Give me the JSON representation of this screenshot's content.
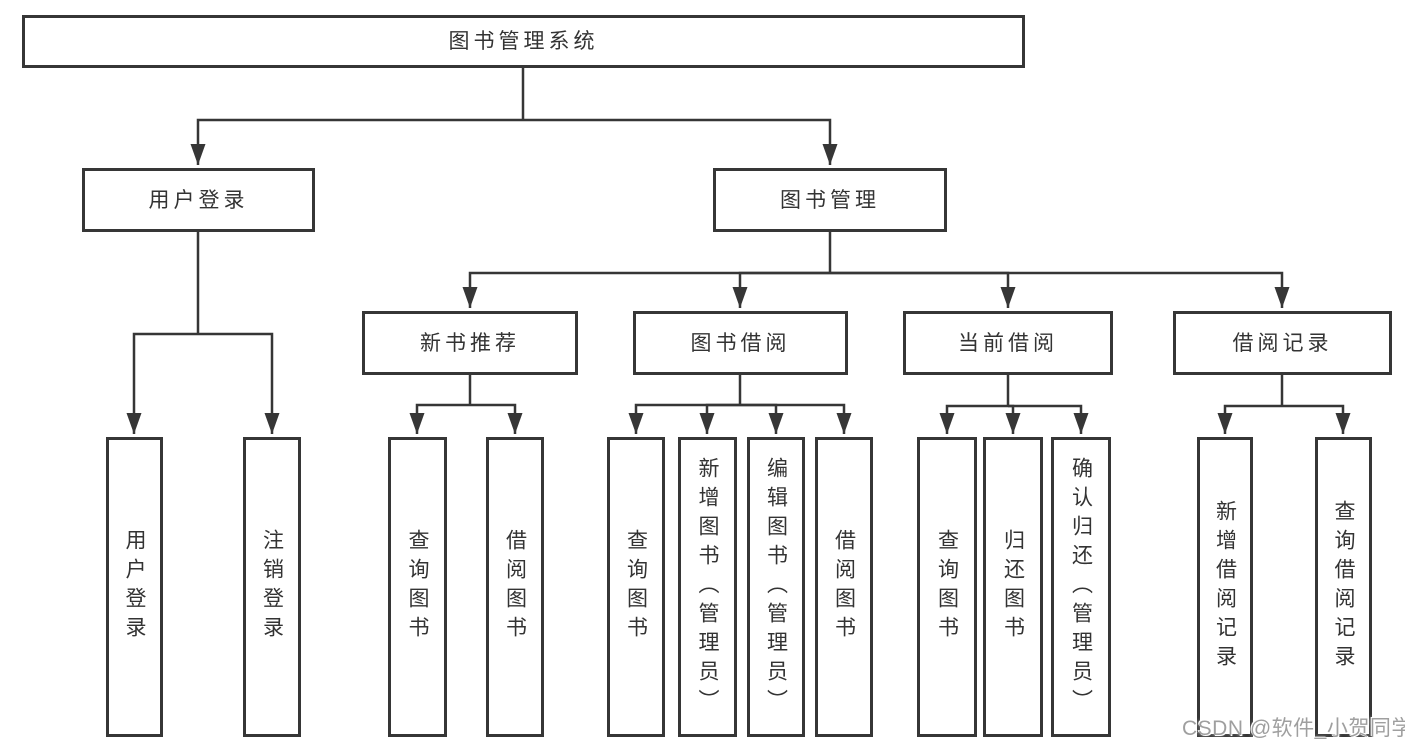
{
  "diagram": {
    "title": "图书管理系统",
    "tree": {
      "root": {
        "label": "图书管理系统"
      },
      "branches": [
        {
          "label": "用户登录",
          "children": [
            {
              "label": "用户登录"
            },
            {
              "label": "注销登录"
            }
          ]
        },
        {
          "label": "图书管理",
          "children": [
            {
              "label": "新书推荐",
              "children": [
                {
                  "label": "查询图书"
                },
                {
                  "label": "借阅图书"
                }
              ]
            },
            {
              "label": "图书借阅",
              "children": [
                {
                  "label": "查询图书"
                },
                {
                  "label": "新增图书（管理员）"
                },
                {
                  "label": "编辑图书（管理员）"
                },
                {
                  "label": "借阅图书"
                }
              ]
            },
            {
              "label": "当前借阅",
              "children": [
                {
                  "label": "查询图书"
                },
                {
                  "label": "归还图书"
                },
                {
                  "label": "确认归还（管理员）"
                }
              ]
            },
            {
              "label": "借阅记录",
              "children": [
                {
                  "label": "新增借阅记录"
                },
                {
                  "label": "查询借阅记录"
                }
              ]
            }
          ]
        }
      ]
    },
    "colors": {
      "line": "#363636",
      "box_border": "#363636",
      "text": "#333333",
      "background": "#ffffff",
      "watermark_text": "#9f9f9f"
    }
  },
  "watermark": "CSDN @软件_小贺同学"
}
